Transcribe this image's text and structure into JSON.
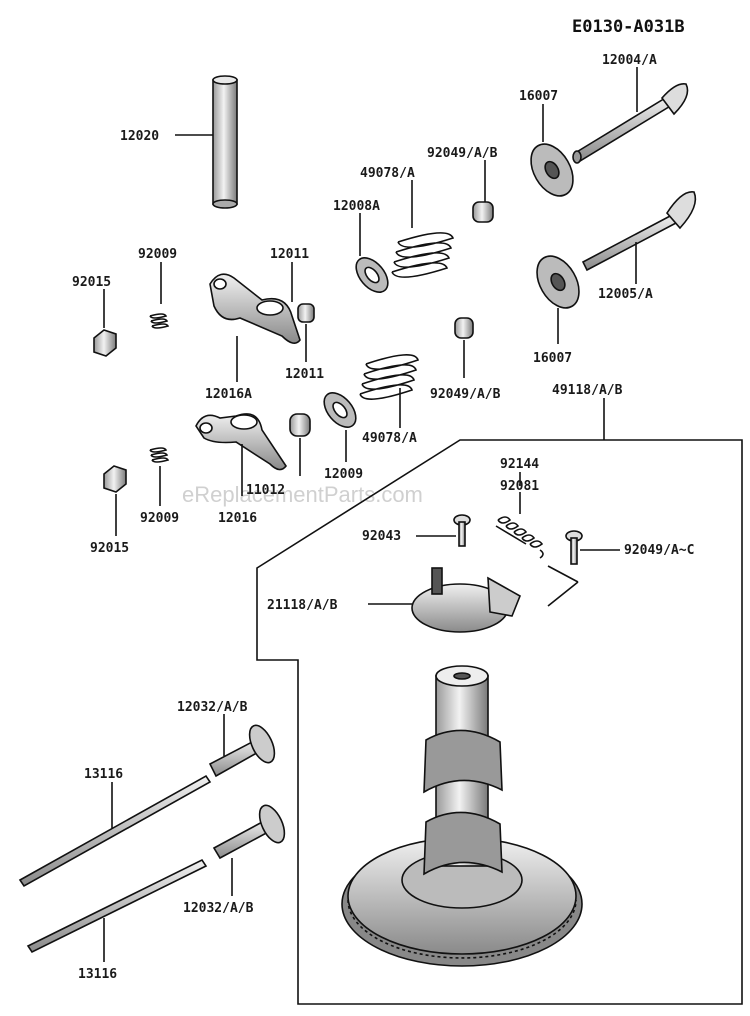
{
  "diagram_code": "E0130-A031B",
  "watermark": "eReplacementParts.com",
  "callouts": {
    "c12020": "12020",
    "c12004": "12004/A",
    "c16007_top": "16007",
    "c92049_top": "92049/A/B",
    "c49078_top": "49078/A",
    "c12008": "12008A",
    "c12011_a": "12011",
    "c92009_a": "92009",
    "c92015_a": "92015",
    "c12005": "12005/A",
    "c16007_bot": "16007",
    "c12016a": "12016A",
    "c12011_b": "12011",
    "c92049_mid": "92049/A/B",
    "c49118": "49118/A/B",
    "c49078_bot": "49078/A",
    "c12009": "12009",
    "c92144": "92144",
    "c92081": "92081",
    "c11012": "11012",
    "c92009_b": "92009",
    "c12016": "12016",
    "c92043": "92043",
    "c92049_c": "92049/A~C",
    "c92015_b": "92015",
    "c21118": "21118/A/B",
    "c12032_top": "12032/A/B",
    "c13116_top": "13116",
    "c12032_bot": "12032/A/B",
    "c13116_bot": "13116"
  }
}
